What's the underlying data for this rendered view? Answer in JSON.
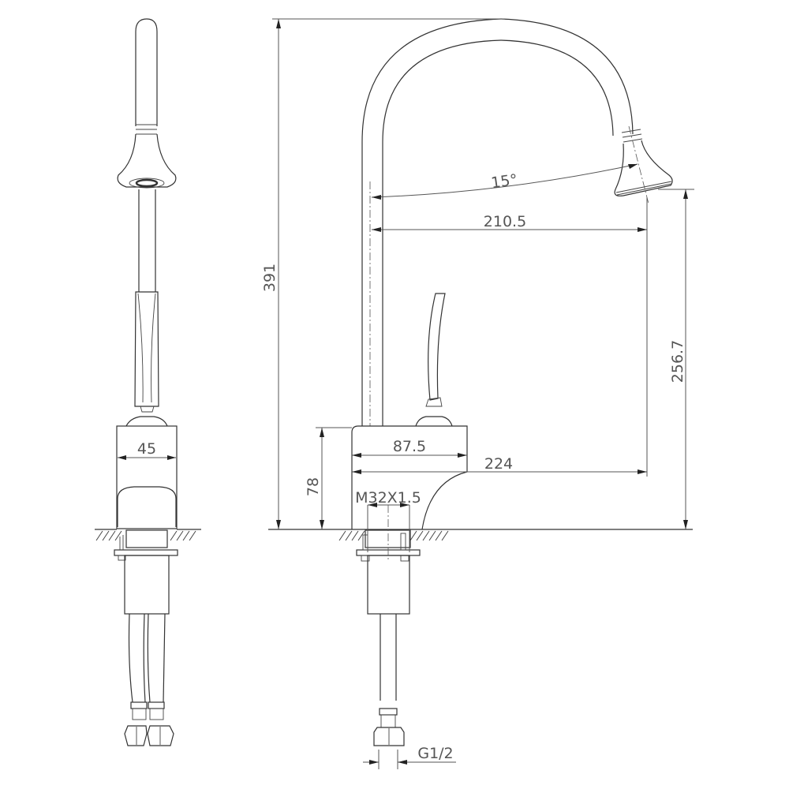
{
  "drawing": {
    "title": "Kitchen faucet technical drawing",
    "views": [
      "side view",
      "front view"
    ],
    "units": "mm"
  },
  "dimensions": {
    "total_height": "391",
    "spout_outlet_height": "256.7",
    "spout_reach": "210.5",
    "spout_angle": "15°",
    "body_height": "78",
    "body_depth": "87.5",
    "total_depth": "224",
    "body_width": "45",
    "mount_thread": "M32X1.5",
    "hose_connection": "G1/2"
  },
  "colors": {
    "line": "#333333",
    "dimension_text": "#555555",
    "background": "#ffffff"
  }
}
